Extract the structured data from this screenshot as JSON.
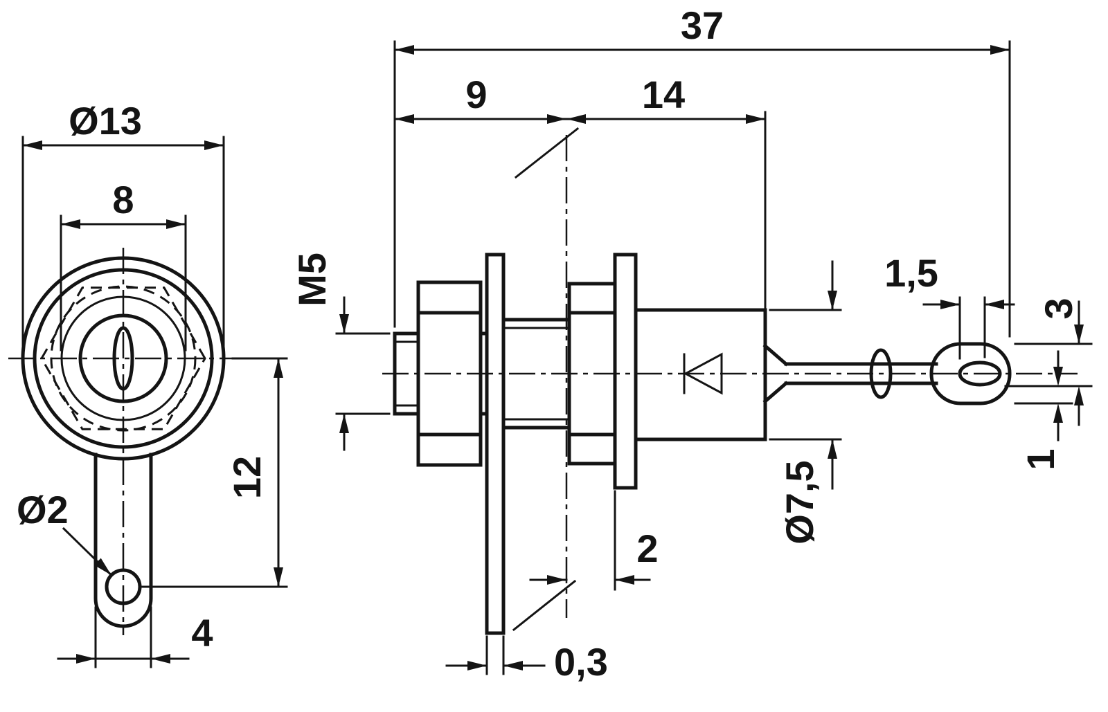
{
  "drawing": {
    "background": "#ffffff",
    "line_color": "#141414",
    "dimensions": {
      "front": {
        "outer_diameter": "Ø13",
        "inner_diameter": "8",
        "tab_length": "12",
        "hole_diameter": "Ø2",
        "tab_width": "4"
      },
      "side": {
        "overall_length": "37",
        "thread_side_length": "9",
        "body_length": "14",
        "thread": "M5",
        "body_diameter": "Ø7,5",
        "lug_hole_offset": "1,5",
        "lug_width": "3",
        "lug_thickness": "1",
        "panel_gap": "2",
        "bracket_thickness": "0,3"
      }
    }
  }
}
